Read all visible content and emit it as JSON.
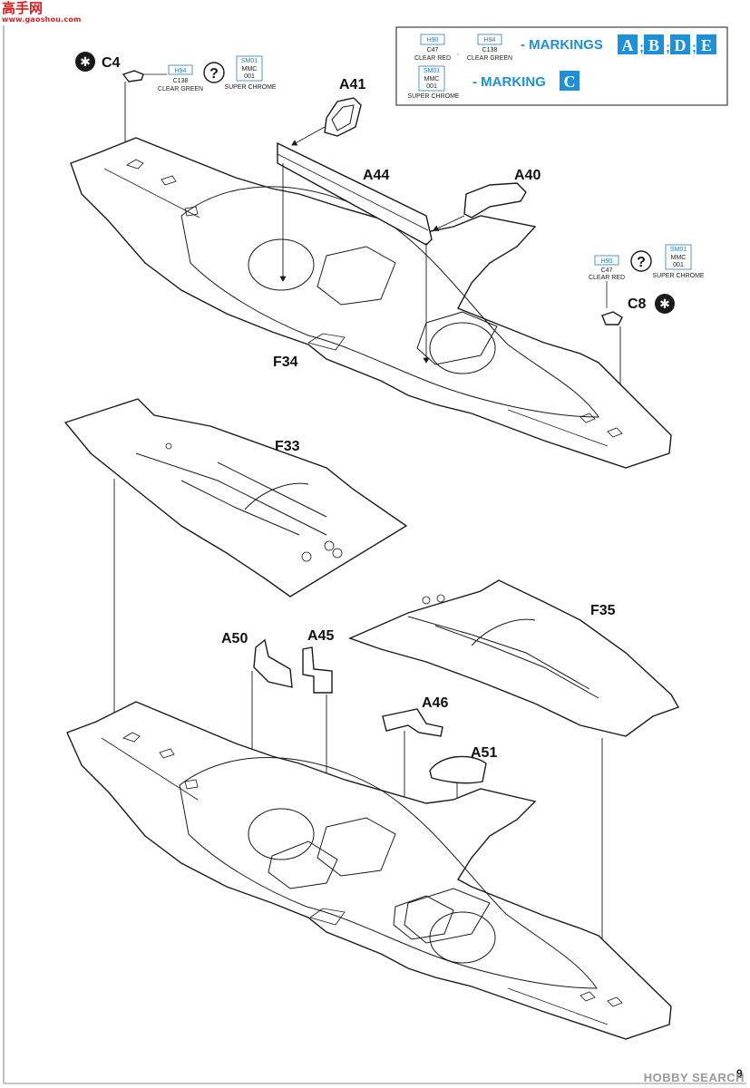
{
  "branding": {
    "site_logo": "高手网",
    "site_logo_sub": "www.gaoshou.com",
    "watermark": "HOBBY SEARCH"
  },
  "markings_box": {
    "row1": {
      "chip1": {
        "top": "H90",
        "code": "C47",
        "name": "CLEAR RED"
      },
      "chip2": {
        "top": "H94",
        "code": "C138",
        "name": "CLEAR GREEN"
      },
      "label": "- MARKINGS",
      "letters": [
        "A",
        "B",
        "D",
        "E"
      ]
    },
    "row2": {
      "chip1": {
        "top": "SM01",
        "code": "MMC",
        "code2": "001",
        "name": "SUPER CHROME"
      },
      "label": "- MARKING",
      "letters": [
        "C"
      ]
    }
  },
  "callouts": {
    "c4": {
      "label": "C4",
      "chip1": {
        "top": "H94",
        "code": "C138",
        "name": "CLEAR GREEN"
      },
      "chip2": {
        "top": "SM01",
        "code": "MMC",
        "code2": "001",
        "name": "SUPER CHROME"
      }
    },
    "c8": {
      "label": "C8",
      "chip1": {
        "top": "H90",
        "code": "C47",
        "name": "CLEAR RED"
      },
      "chip2": {
        "top": "SM01",
        "code": "MMC",
        "code2": "001",
        "name": "SUPER CHROME"
      }
    }
  },
  "parts": {
    "a41": "A41",
    "a44": "A44",
    "a40": "A40",
    "f34": "F34",
    "f33": "F33",
    "f35": "F35",
    "a50": "A50",
    "a45": "A45",
    "a46": "A46",
    "a51": "A51"
  },
  "page_number": "9",
  "colors": {
    "accent_blue": "#1f8fd6",
    "logo_red": "#d81e1e"
  }
}
